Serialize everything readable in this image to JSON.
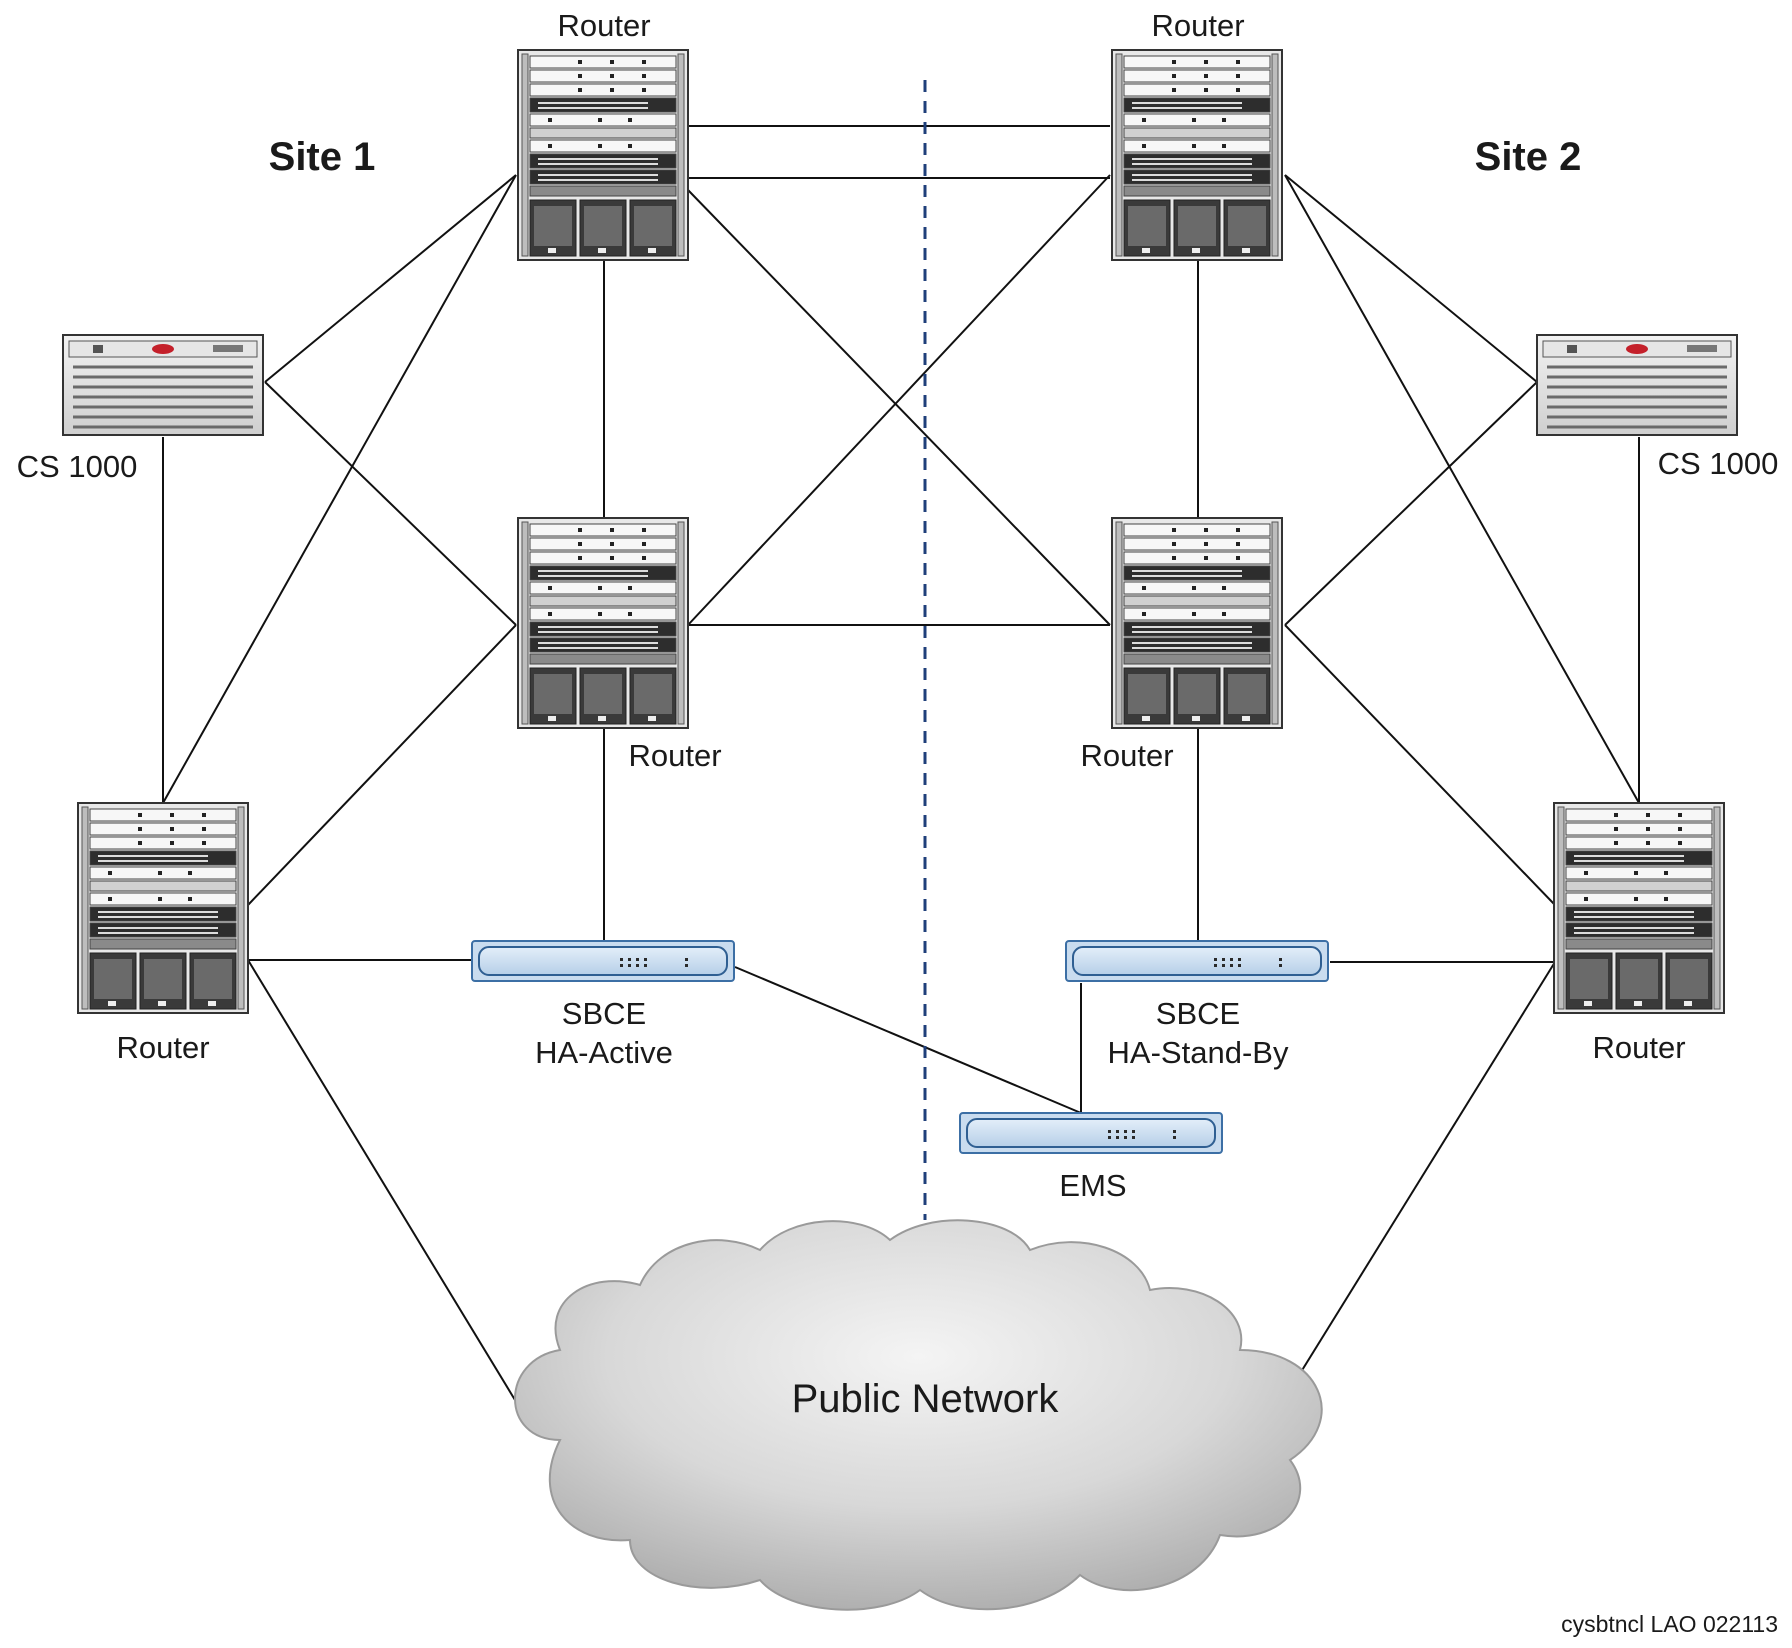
{
  "sites": {
    "left": "Site 1",
    "right": "Site 2"
  },
  "labels": {
    "router": "Router",
    "cs1000": "CS 1000",
    "sbce": "SBCE",
    "ha_active": "HA-Active",
    "ha_standby": "HA-Stand-By",
    "ems": "EMS",
    "public_network": "Public Network"
  },
  "footer": "cysbtncl LAO 022113",
  "colors": {
    "divider": "#1f3f7a",
    "appliance_fill": "#c9dcef",
    "appliance_edge": "#3c6fa5",
    "cloud_fill": "#d4d4d4",
    "line": "#111111",
    "cs1000_badge": "#c4202a"
  }
}
